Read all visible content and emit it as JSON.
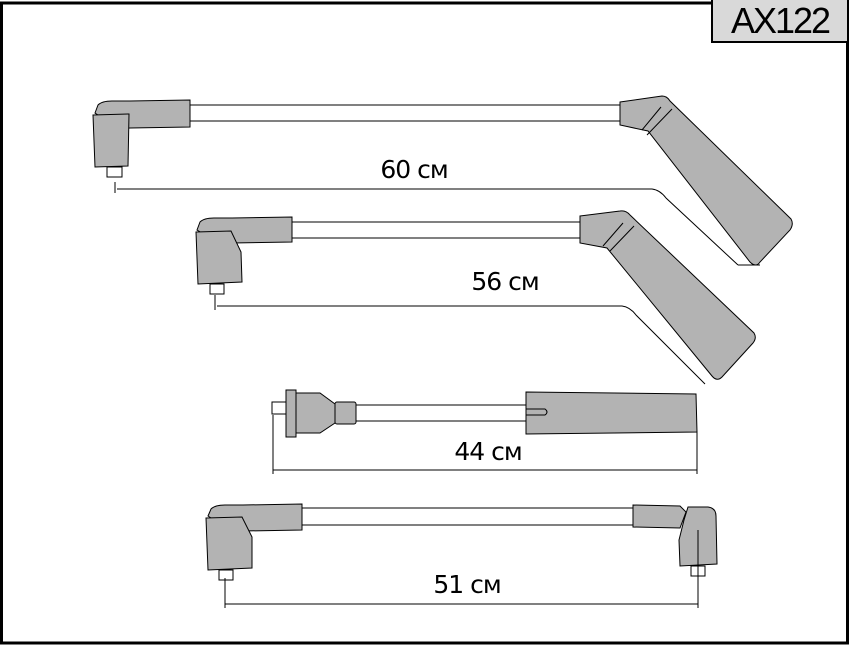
{
  "part_code": "AX122",
  "colors": {
    "part_fill": "#b3b3b3",
    "label_bg": "#d9d9d9",
    "line": "#000000"
  },
  "wires": [
    {
      "id": "wire-1",
      "length_label": "60 см"
    },
    {
      "id": "wire-2",
      "length_label": "56 см"
    },
    {
      "id": "wire-3",
      "length_label": "44 см"
    },
    {
      "id": "wire-4",
      "length_label": "51 см"
    }
  ]
}
